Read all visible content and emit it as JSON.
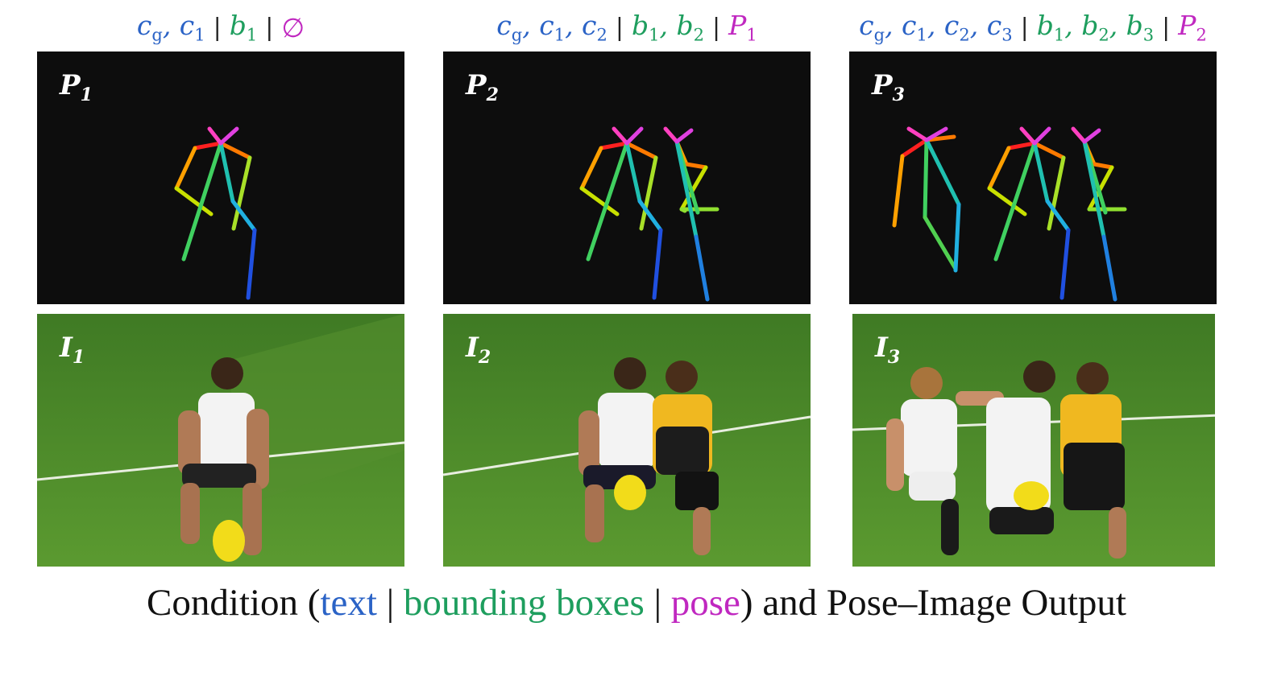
{
  "columns": [
    {
      "condition": {
        "text_terms": [
          {
            "base": "c",
            "sub": "g"
          },
          {
            "base": "c",
            "sub": "1"
          }
        ],
        "box_terms": [
          {
            "base": "b",
            "sub": "1"
          }
        ],
        "pose_terms": [],
        "empty_symbol": "∅"
      },
      "pose_label": {
        "base": "P",
        "sub": "1"
      },
      "image_label": {
        "base": "I",
        "sub": "1"
      }
    },
    {
      "condition": {
        "text_terms": [
          {
            "base": "c",
            "sub": "g"
          },
          {
            "base": "c",
            "sub": "1"
          },
          {
            "base": "c",
            "sub": "2"
          }
        ],
        "box_terms": [
          {
            "base": "b",
            "sub": "1"
          },
          {
            "base": "b",
            "sub": "2"
          }
        ],
        "pose_terms": [
          {
            "base": "P",
            "sub": "1"
          }
        ]
      },
      "pose_label": {
        "base": "P",
        "sub": "2"
      },
      "image_label": {
        "base": "I",
        "sub": "2"
      }
    },
    {
      "condition": {
        "text_terms": [
          {
            "base": "c",
            "sub": "g"
          },
          {
            "base": "c",
            "sub": "1"
          },
          {
            "base": "c",
            "sub": "2"
          },
          {
            "base": "c",
            "sub": "3"
          }
        ],
        "box_terms": [
          {
            "base": "b",
            "sub": "1"
          },
          {
            "base": "b",
            "sub": "2"
          },
          {
            "base": "b",
            "sub": "3"
          }
        ],
        "pose_terms": [
          {
            "base": "P",
            "sub": "2"
          }
        ]
      },
      "pose_label": {
        "base": "P",
        "sub": "3"
      },
      "image_label": {
        "base": "I",
        "sub": "3"
      }
    }
  ],
  "caption": {
    "prefix": "Condition (",
    "text_word": "text",
    "sep": " | ",
    "boxes_word": "bounding boxes",
    "pose_word": "pose",
    "suffix": ") and Pose–Image Output"
  },
  "colors": {
    "text": "#2b63c6",
    "boxes": "#1e9e5e",
    "pose": "#c028c0",
    "pose_bg": "#0d0d0d",
    "field_green": "#4f8a2c"
  },
  "images": [
    {
      "description_icon": "athlete-photo"
    },
    {
      "description_icon": "athlete-photo"
    },
    {
      "description_icon": "athlete-photo"
    }
  ]
}
